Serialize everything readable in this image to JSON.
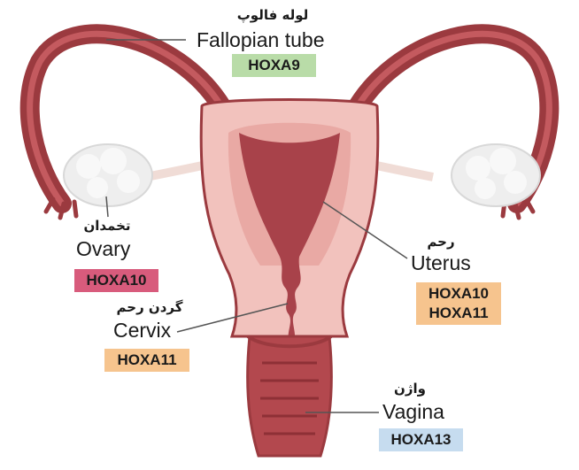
{
  "colors": {
    "green_badge": "#b9dca8",
    "pink_badge": "#d85b7c",
    "orange_badge": "#f6c48e",
    "blue_badge": "#c6dcef",
    "tissue_dark": "#9b3a3f",
    "tissue_light": "#f2c2bd",
    "cavity": "#a8424a"
  },
  "labels": {
    "fallopian": {
      "fa": "لوله فالوپ",
      "en": "Fallopian tube",
      "genes": [
        "HOXA9"
      ]
    },
    "ovary": {
      "fa": "تخمدان",
      "en": "Ovary",
      "genes": [
        "HOXA10"
      ]
    },
    "uterus": {
      "fa": "رحم",
      "en": "Uterus",
      "genes": [
        "HOXA10",
        "HOXA11"
      ]
    },
    "cervix": {
      "fa": "گردن رحم",
      "en": "Cervix",
      "genes": [
        "HOXA11"
      ]
    },
    "vagina": {
      "fa": "واژن",
      "en": "Vagina",
      "genes": [
        "HOXA13"
      ]
    }
  },
  "icons": [
    "uterus-illustration-icon"
  ]
}
